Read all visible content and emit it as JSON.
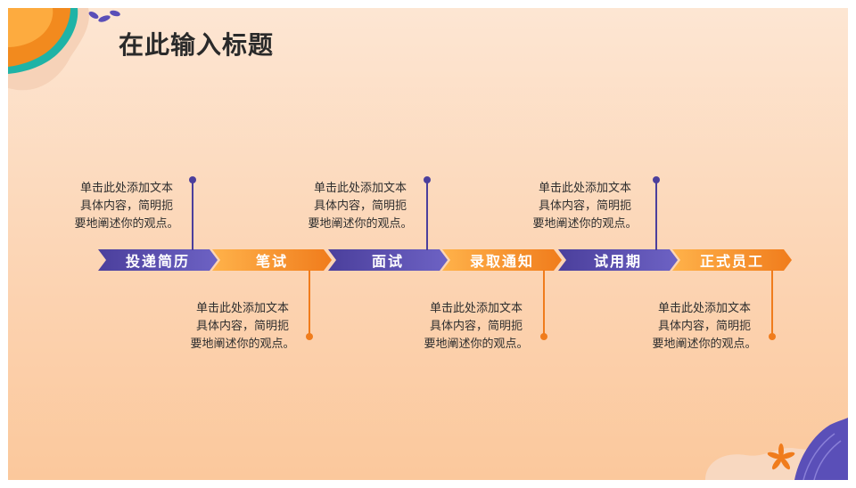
{
  "slide": {
    "title": "在此输入标题",
    "colors": {
      "purple": "#4b3f9c",
      "orange": "#f07c1c",
      "background": "#fde6d3"
    },
    "steps": [
      {
        "label": "投递简历"
      },
      {
        "label": "笔试"
      },
      {
        "label": "面试"
      },
      {
        "label": "录取通知"
      },
      {
        "label": "试用期"
      },
      {
        "label": "正式员工"
      }
    ],
    "notes": [
      {
        "line1": "单击此处添加文本",
        "line2": "具体内容，简明扼",
        "line3": "要地阐述你的观点。"
      },
      {
        "line1": "单击此处添加文本",
        "line2": "具体内容，简明扼",
        "line3": "要地阐述你的观点。"
      },
      {
        "line1": "单击此处添加文本",
        "line2": "具体内容，简明扼",
        "line3": "要地阐述你的观点。"
      },
      {
        "line1": "单击此处添加文本",
        "line2": "具体内容，简明扼",
        "line3": "要地阐述你的观点。"
      },
      {
        "line1": "单击此处添加文本",
        "line2": "具体内容，简明扼",
        "line3": "要地阐述你的观点。"
      },
      {
        "line1": "单击此处添加文本",
        "line2": "具体内容，简明扼",
        "line3": "要地阐述你的观点。"
      }
    ]
  }
}
